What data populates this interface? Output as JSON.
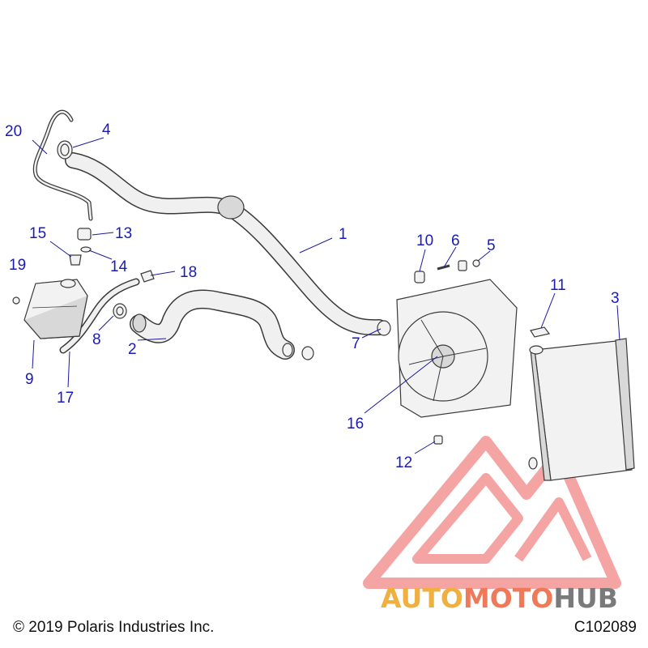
{
  "callouts": [
    "1",
    "2",
    "3",
    "4",
    "5",
    "6",
    "7",
    "8",
    "9",
    "10",
    "11",
    "12",
    "13",
    "14",
    "15",
    "16",
    "17",
    "18",
    "19",
    "20"
  ],
  "footer": {
    "copyright": "© 2019 Polaris Industries Inc.",
    "diagram_code": "C102089"
  },
  "watermark": {
    "part1": "AUTO",
    "part2": "MOTO",
    "part3": "HUB",
    "colors": {
      "auto": "#f0b040",
      "moto": "#ef7a5a",
      "hub": "#7a7a7a",
      "logo": "#ee5a5a"
    }
  },
  "colors": {
    "callout": "#1a1ab8",
    "line": "#3a3a3a"
  }
}
